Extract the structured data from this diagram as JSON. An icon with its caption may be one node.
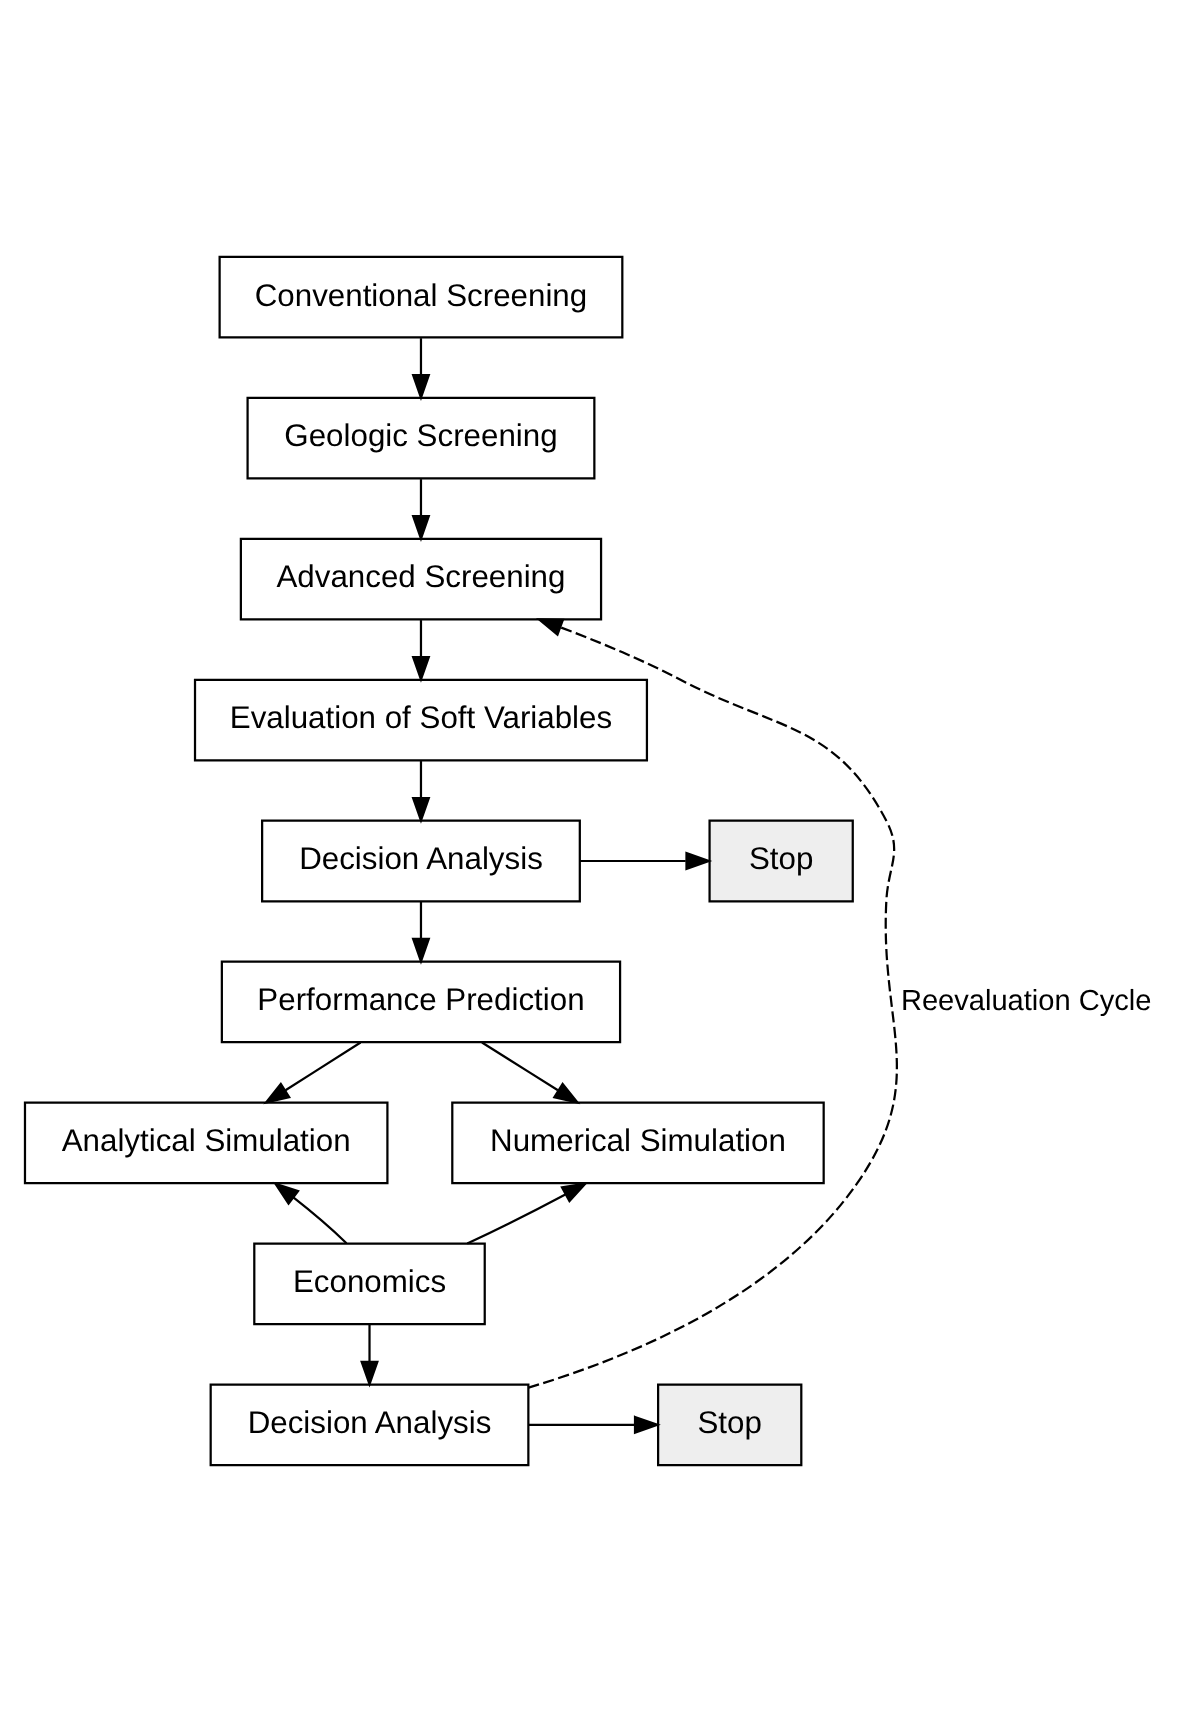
{
  "diagram": {
    "nodes": [
      {
        "text": [
          "Conventional Screening"
        ]
      },
      {
        "text": [
          "Geologic Screening"
        ]
      },
      {
        "text": [
          "Advanced Screening"
        ]
      },
      {
        "text": [
          "Evaluation of Soft Variables"
        ]
      },
      {
        "text": [
          "Decision Analysis"
        ]
      },
      {
        "text": [
          "Stop"
        ]
      },
      {
        "text": [
          "Performance Prediction"
        ]
      },
      {
        "text": [
          "Analytical Simulation"
        ]
      },
      {
        "text": [
          "Numerical Simulation"
        ]
      },
      {
        "text": [
          "Economics"
        ]
      },
      {
        "text": [
          "Decision Analysis"
        ]
      },
      {
        "text": [
          "Stop"
        ]
      }
    ],
    "edges": [
      {
        "from": 0,
        "to": 1,
        "arrow": "to"
      },
      {
        "from": 1,
        "to": 2,
        "arrow": "to"
      },
      {
        "from": 2,
        "to": 3,
        "arrow": "to"
      },
      {
        "from": 3,
        "to": 4,
        "arrow": "to"
      },
      {
        "from": 4,
        "to": 5,
        "arrow": "to"
      },
      {
        "from": 4,
        "to": 6,
        "arrow": "to"
      },
      {
        "from": 6,
        "to": 7,
        "arrow": "to"
      },
      {
        "from": 6,
        "to": 8,
        "arrow": "to"
      },
      {
        "from": 9,
        "to": 7,
        "arrow": "to"
      },
      {
        "from": 9,
        "to": 8,
        "arrow": "to"
      },
      {
        "from": 9,
        "to": 10,
        "arrow": "to"
      },
      {
        "from": 10,
        "to": 11,
        "arrow": "to"
      },
      {
        "from": 10,
        "to": 2,
        "arrow": "to",
        "style": "dashed",
        "label": "Reevaluation Cycle"
      }
    ]
  }
}
